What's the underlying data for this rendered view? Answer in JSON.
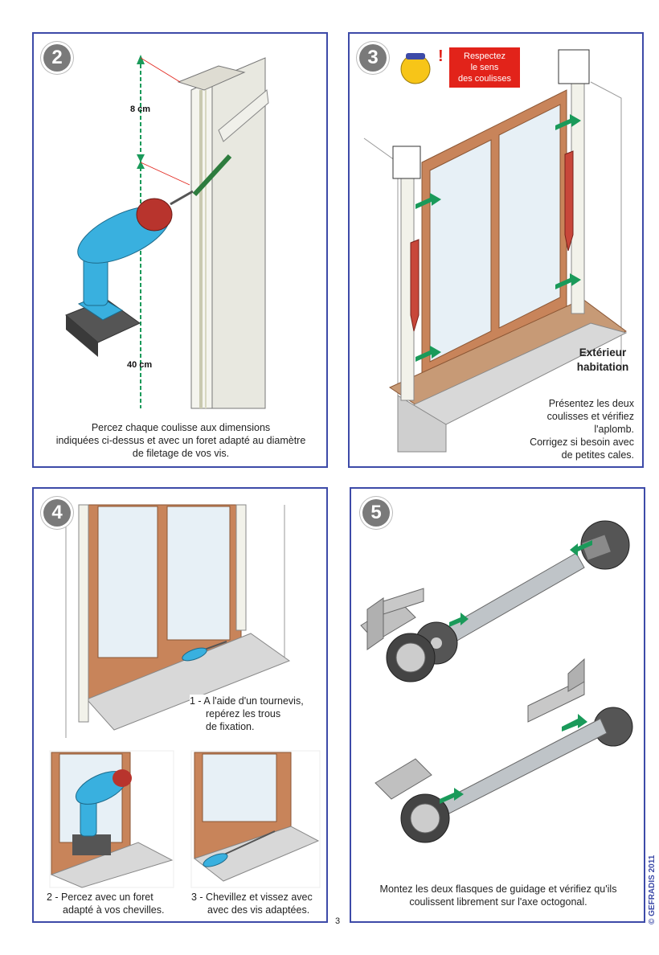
{
  "steps": {
    "s2": {
      "number": "2",
      "dim_top": "8 cm",
      "dim_bottom": "40 cm",
      "caption": "Percez chaque coulisse aux dimensions indiquées ci-dessus et avec un foret adapté au diamètre de filetage de vos vis.",
      "caption_lines": [
        "Percez chaque coulisse aux dimensions",
        "indiquées ci-dessus et avec un foret adapté au diamètre",
        "de filetage de vos vis."
      ]
    },
    "s3": {
      "number": "3",
      "warning_lines": [
        "Respectez",
        "le sens",
        "des coulisses"
      ],
      "exterior_lines": [
        "Extérieur",
        "habitation"
      ],
      "caption_lines": [
        "Présentez les deux",
        "coulisses et vérifiez",
        "l'aplomb.",
        "Corrigez si besoin avec",
        "de petites cales."
      ]
    },
    "s4": {
      "number": "4",
      "sub1_lines": [
        "1 - A l'aide d'un tournevis,",
        "repérez les trous",
        "de fixation."
      ],
      "sub2_lines": [
        "2 - Percez avec un foret",
        "adapté à vos chevilles."
      ],
      "sub3_lines": [
        "3 - Chevillez et vissez avec",
        "avec des vis adaptées."
      ]
    },
    "s5": {
      "number": "5",
      "caption_lines": [
        "Montez les deux flasques de guidage et vérifiez qu'ils",
        "coulissent librement sur l'axe octogonal."
      ]
    }
  },
  "page_number": "3",
  "brand": "© GEFRADIS 2011",
  "colors": {
    "border": "#3d4aa8",
    "badge": "#7a7a7a",
    "arrow": "#1a9a5a",
    "wood": "#c8845a",
    "warning": "#e2231a",
    "drill": "#39b0df"
  }
}
